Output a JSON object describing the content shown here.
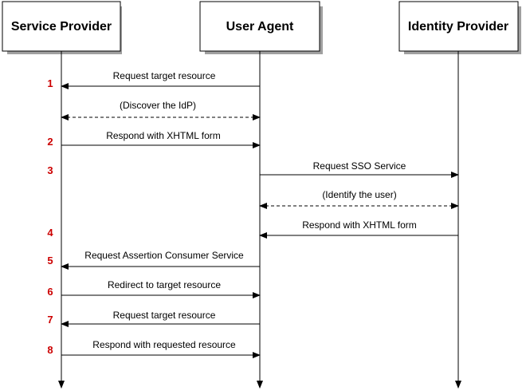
{
  "actors": [
    {
      "id": "sp",
      "name": "Service Provider"
    },
    {
      "id": "ua",
      "name": "User Agent"
    },
    {
      "id": "idp",
      "name": "Identity Provider"
    }
  ],
  "colors": {
    "step_number": "#cc0000",
    "line": "#000000",
    "box_shadow": "#a0a0a0",
    "box_fill": "#ffffff"
  },
  "messages": [
    {
      "step": "1",
      "label": "Request target resource",
      "from": "ua",
      "to": "sp",
      "style": "solid"
    },
    {
      "step": "",
      "label": "(Discover the IdP)",
      "from": "ua",
      "to": "sp",
      "style": "dashed",
      "bidirectional": true
    },
    {
      "step": "2",
      "label": "Respond with XHTML form",
      "from": "sp",
      "to": "ua",
      "style": "solid"
    },
    {
      "step": "3",
      "label": "Request SSO Service",
      "from": "ua",
      "to": "idp",
      "style": "solid"
    },
    {
      "step": "",
      "label": "(Identify the user)",
      "from": "ua",
      "to": "idp",
      "style": "dashed",
      "bidirectional": true
    },
    {
      "step": "4",
      "label": "Respond with XHTML form",
      "from": "idp",
      "to": "ua",
      "style": "solid"
    },
    {
      "step": "5",
      "label": "Request Assertion Consumer Service",
      "from": "ua",
      "to": "sp",
      "style": "solid"
    },
    {
      "step": "6",
      "label": "Redirect to target resource",
      "from": "sp",
      "to": "ua",
      "style": "solid"
    },
    {
      "step": "7",
      "label": "Request target resource",
      "from": "ua",
      "to": "sp",
      "style": "solid"
    },
    {
      "step": "8",
      "label": "Respond with requested resource",
      "from": "sp",
      "to": "ua",
      "style": "solid"
    }
  ]
}
